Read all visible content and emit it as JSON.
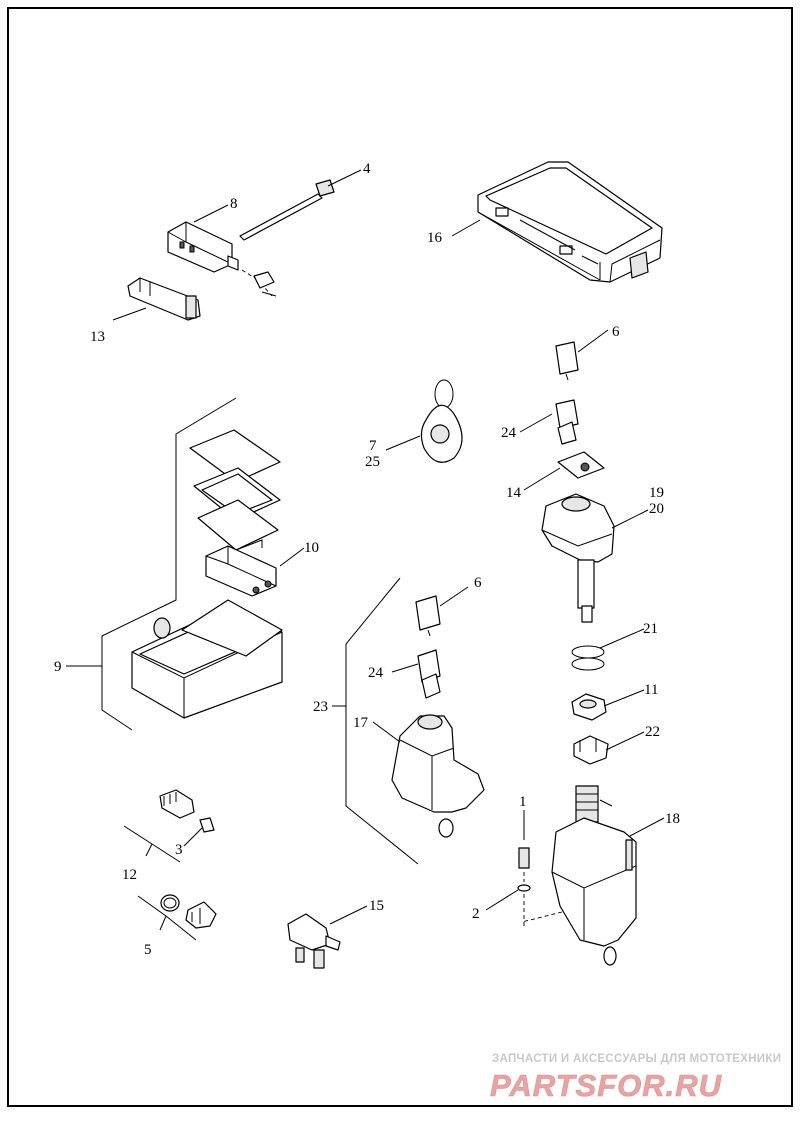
{
  "callouts": [
    {
      "id": "1",
      "text": "1"
    },
    {
      "id": "2",
      "text": "2"
    },
    {
      "id": "3",
      "text": "3"
    },
    {
      "id": "4",
      "text": "4"
    },
    {
      "id": "5",
      "text": "5"
    },
    {
      "id": "6a",
      "text": "6"
    },
    {
      "id": "6b",
      "text": "6"
    },
    {
      "id": "7",
      "text": "7"
    },
    {
      "id": "8",
      "text": "8"
    },
    {
      "id": "9",
      "text": "9"
    },
    {
      "id": "10",
      "text": "10"
    },
    {
      "id": "11",
      "text": "11"
    },
    {
      "id": "12",
      "text": "12"
    },
    {
      "id": "13",
      "text": "13"
    },
    {
      "id": "14",
      "text": "14"
    },
    {
      "id": "15",
      "text": "15"
    },
    {
      "id": "16",
      "text": "16"
    },
    {
      "id": "17",
      "text": "17"
    },
    {
      "id": "18",
      "text": "18"
    },
    {
      "id": "19",
      "text": "19"
    },
    {
      "id": "20",
      "text": "20"
    },
    {
      "id": "21",
      "text": "21"
    },
    {
      "id": "22",
      "text": "22"
    },
    {
      "id": "23",
      "text": "23"
    },
    {
      "id": "24a",
      "text": "24"
    },
    {
      "id": "24b",
      "text": "24"
    },
    {
      "id": "25",
      "text": "25"
    }
  ],
  "watermark": {
    "tagline": "ЗАПЧАСТИ И АКСЕССУАРЫ ДЛЯ МОТОТЕХНИКИ",
    "logo": "PARTSFOR.RU"
  }
}
